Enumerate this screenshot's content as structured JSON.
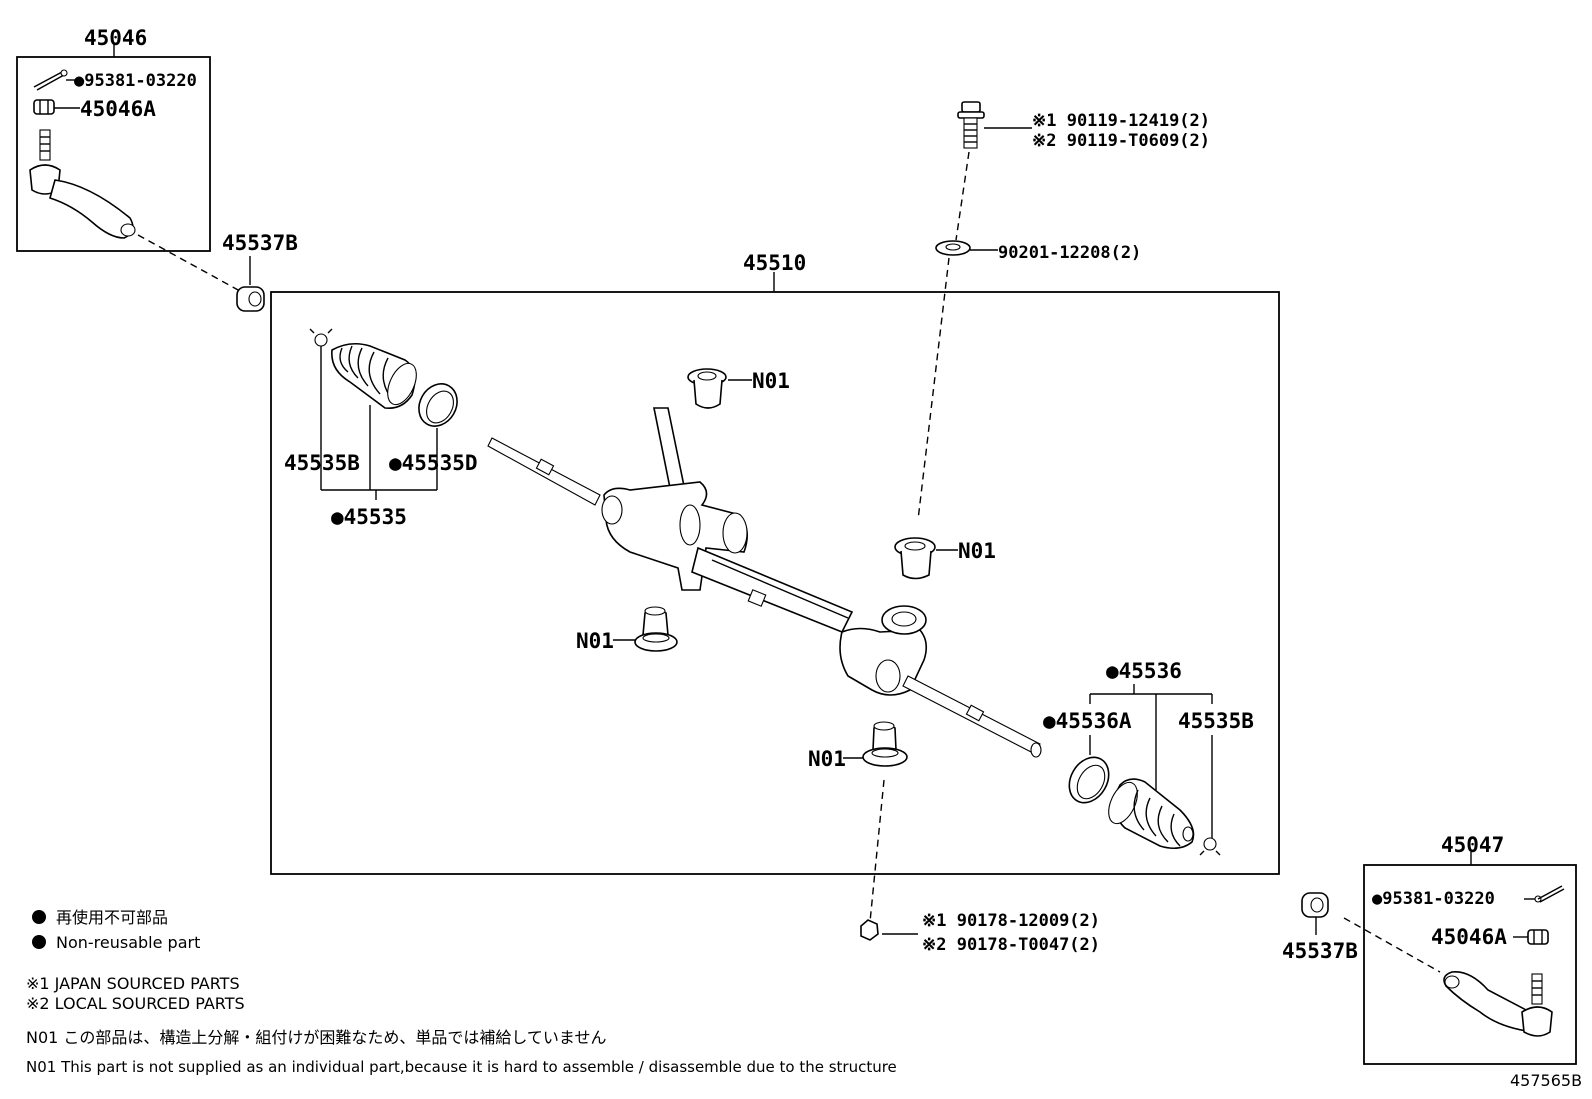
{
  "callouts": {
    "assy_left": "45046",
    "assy_right": "45047",
    "rack": "45510",
    "cotter_pin_left": "●95381-03220",
    "cotter_pin_right": "●95381-03220",
    "nut_left": "45046A",
    "nut_right": "45046A",
    "boot_clamp_left": "45537B",
    "boot_clamp_right": "45537B",
    "bolt_1": "※1 90119-12419(2)",
    "bolt_2": "※2 90119-T0609(2)",
    "washer": "90201-12208(2)",
    "nut_bottom_1": "※1 90178-12009(2)",
    "nut_bottom_2": "※2 90178-T0047(2)",
    "left_clip": "45535B",
    "left_ring": "●45535D",
    "left_boot_set": "●45535",
    "right_boot_set": "●45536",
    "right_ring": "●45536A",
    "right_clip": "45535B",
    "n01": "N01"
  },
  "legend": {
    "nonreusable_jp": "再使用不可部品",
    "nonreusable_en": "Non-reusable part",
    "japan_sourced": "※1 JAPAN SOURCED PARTS",
    "local_sourced": "※2 LOCAL SOURCED PARTS",
    "n01_jp": "N01 この部品は、構造上分解・組付けが困難なため、単品では補給していません",
    "n01_en": "N01 This part is not supplied as an individual part,because it is hard to assemble / disassemble due to the structure"
  },
  "figure_id": "457565B"
}
